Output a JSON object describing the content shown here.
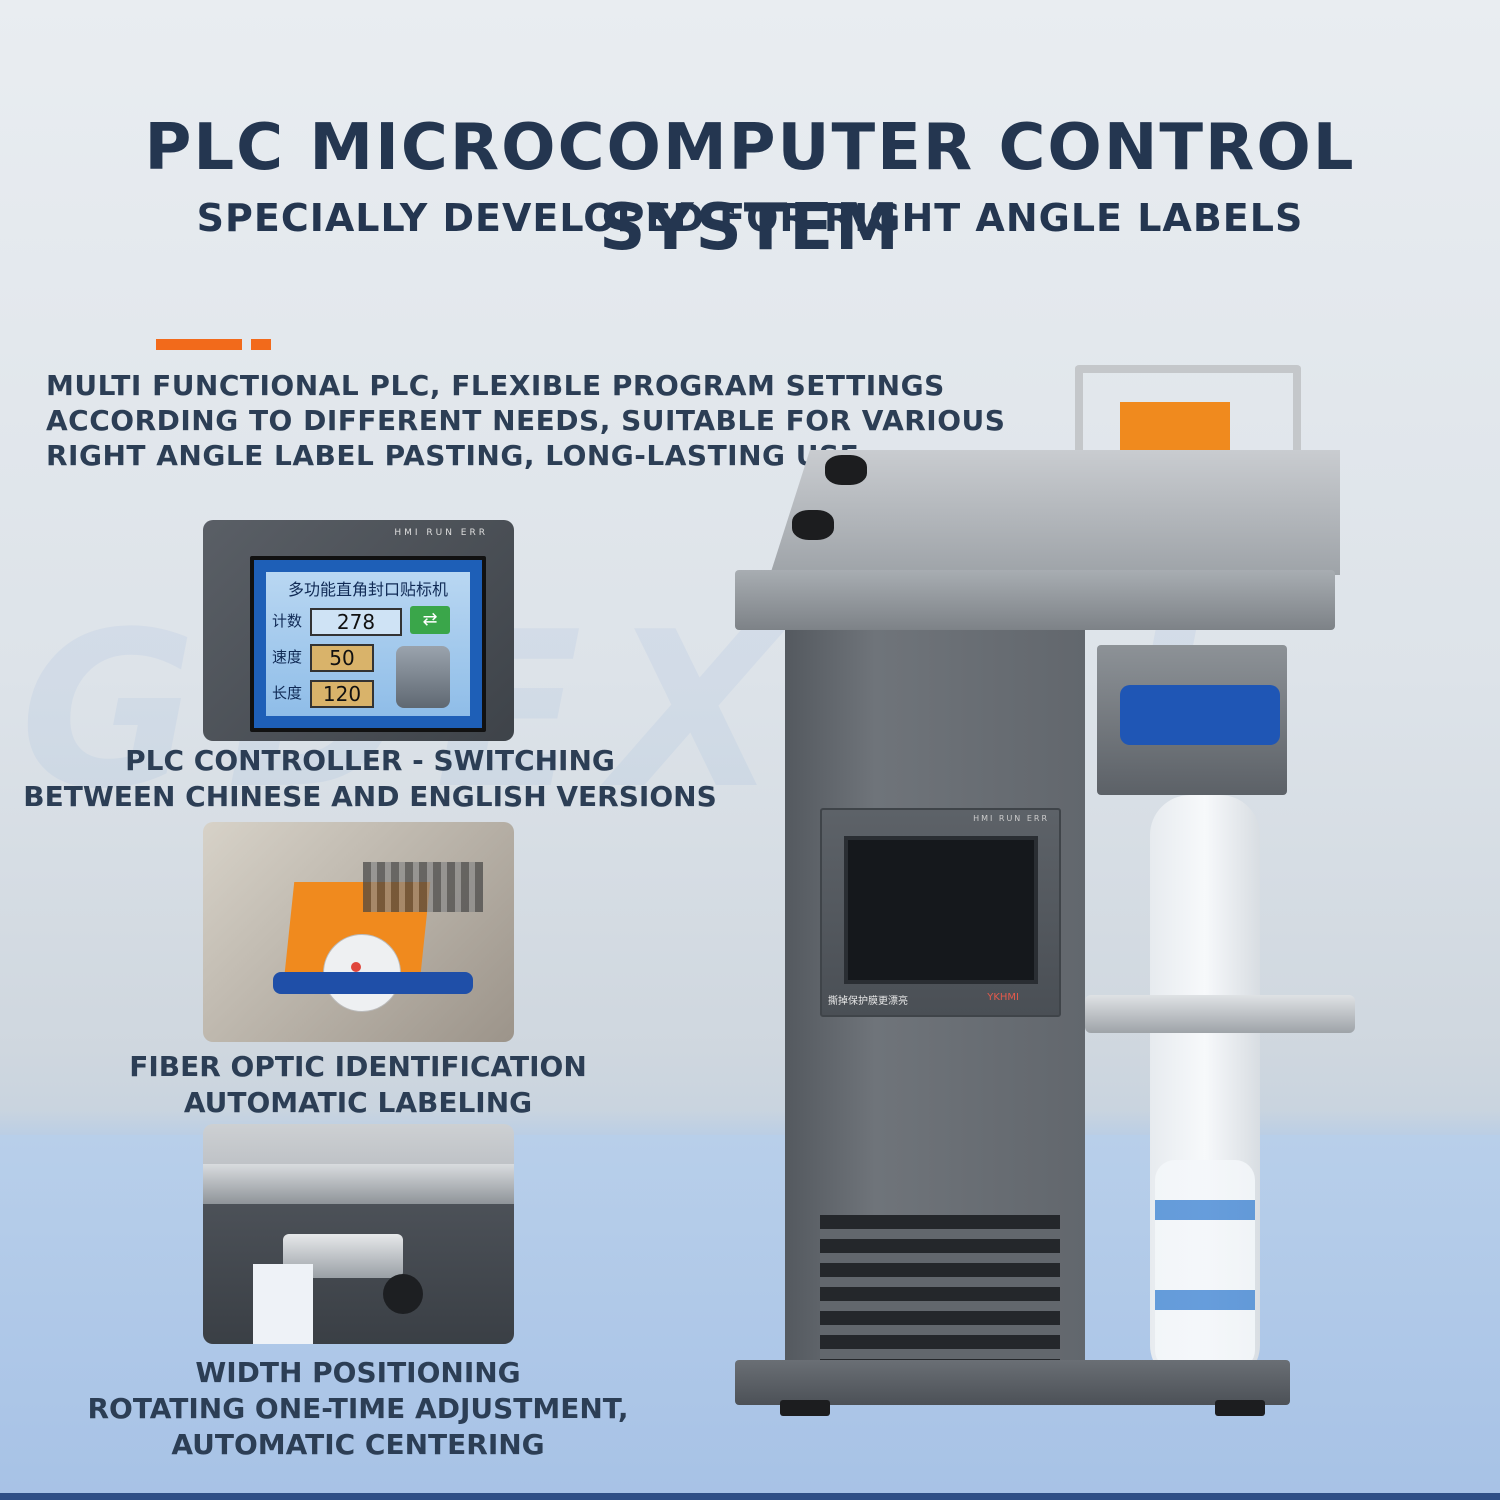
{
  "header": {
    "title": "PLC MICROCOMPUTER CONTROL SYSTEM",
    "subtitle": "SPECIALLY DEVELOPED FOR RIGHT ANGLE LABELS"
  },
  "intro": {
    "text": "MULTI FUNCTIONAL PLC, FLEXIBLE PROGRAM SETTINGS ACCORDING TO DIFFERENT NEEDS, SUITABLE FOR VARIOUS RIGHT ANGLE LABEL PASTING, LONG-LASTING USE"
  },
  "watermark": "GDEX  DL",
  "features": [
    {
      "caption_line1": "PLC CONTROLLER - SWITCHING",
      "caption_line2": "BETWEEN CHINESE AND ENGLISH VERSIONS"
    },
    {
      "caption_line1": "FIBER OPTIC IDENTIFICATION",
      "caption_line2": "AUTOMATIC LABELING"
    },
    {
      "caption_line1": "WIDTH POSITIONING",
      "caption_line2": "ROTATING ONE-TIME ADJUSTMENT,",
      "caption_line3": "AUTOMATIC CENTERING"
    }
  ],
  "hmi": {
    "leds": "HMI RUN ERR",
    "title": "多功能直角封口贴标机",
    "count_label": "计数",
    "count_value": "278",
    "speed_label": "速度",
    "speed_value": "50",
    "length_label": "长度",
    "length_value": "120"
  },
  "machine_panel": {
    "leds": "HMI RUN ERR",
    "sticker": "撕掉保护膜更漂亮",
    "brand": "YKHMI"
  },
  "colors": {
    "title": "#243650",
    "accent": "#f26a1b",
    "machine_body": "#6b7077",
    "steel": "#b9bcbf"
  }
}
